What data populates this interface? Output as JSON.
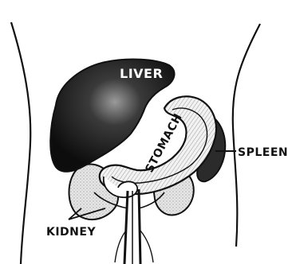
{
  "labels": {
    "liver": "LIVER",
    "stomach": "STOMACH",
    "spleen": "SPLEEN",
    "kidney": "KIDNEY"
  },
  "colors": {
    "ink": "#111111",
    "paper": "#ffffff",
    "kidney_shade": "#dcdcdc",
    "spleen_shade": "#2b2b2b"
  }
}
